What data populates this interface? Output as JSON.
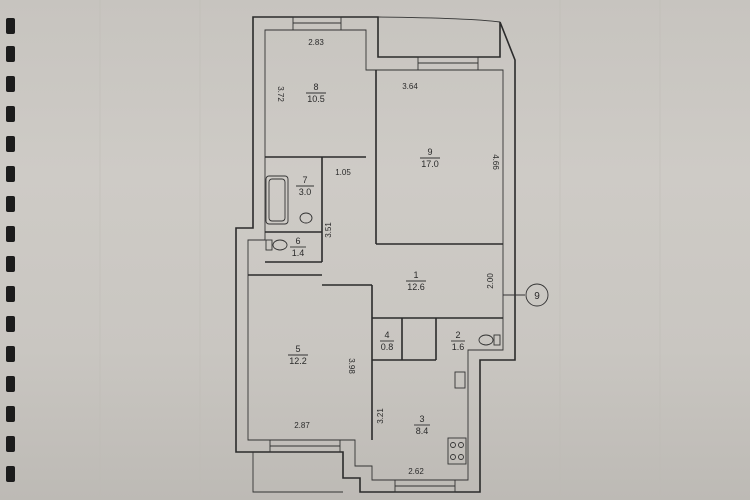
{
  "floor_plan": {
    "rooms": [
      {
        "number": "1",
        "area": "12.6"
      },
      {
        "number": "2",
        "area": "1.6"
      },
      {
        "number": "3",
        "area": "8.4"
      },
      {
        "number": "4",
        "area": "0.8"
      },
      {
        "number": "5",
        "area": "12.2"
      },
      {
        "number": "6",
        "area": "1.4"
      },
      {
        "number": "7",
        "area": "3.0"
      },
      {
        "number": "8",
        "area": "10.5"
      },
      {
        "number": "9",
        "area": "17.0"
      }
    ],
    "dimensions": {
      "room8_width": "2.83",
      "room8_length": "3.72",
      "room9_width": "3.64",
      "room9_length": "4.66",
      "corridor_a": "1.05",
      "corridor_b": "3.51",
      "hall_width": "2.00",
      "room5_length": "3.98",
      "room5_width": "2.87",
      "room3_length": "3.21",
      "room3_width": "2.62"
    },
    "axis_marker": "9",
    "colors": {
      "line": "#2b2b2b",
      "paper": "#cecbc6",
      "binding": "#1c1c1c"
    }
  }
}
